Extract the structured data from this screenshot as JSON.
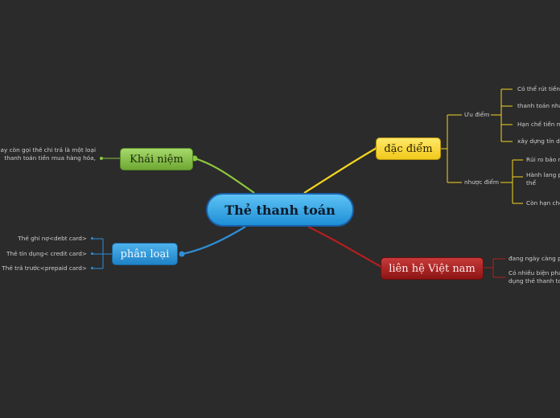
{
  "central": {
    "label": "Thẻ thanh toán"
  },
  "branches": {
    "khai_niem": {
      "label": "Khái niệm",
      "color": "#8cc63f",
      "description_lines": [
        "hay còn gọi thẻ chi trả là một loại",
        "thanh toán tiền mua hàng hóa,"
      ]
    },
    "dac_diem": {
      "label": "đặc điểm",
      "color": "#f5d520",
      "uu_diem": {
        "label": "Ưu điểm",
        "items": [
          "Có thể rút tiền",
          "thanh toán nha",
          "Hạn chế tiền m",
          "xây dựng tín dụ"
        ]
      },
      "nhuoc_diem": {
        "label": "nhược điểm",
        "items": [
          "Rủi ro bảo m",
          "Hành lang p",
          "thể",
          "Còn hạn chế"
        ]
      }
    },
    "phan_loai": {
      "label": "phân loại",
      "color": "#2f8fd8",
      "items": [
        "Thẻ ghi nợ<debt card>",
        "Thẻ tín dụng< credit card>",
        "Thẻ trả trước<prepaid card>"
      ]
    },
    "lien_he": {
      "label": "liên hệ Việt nam",
      "color": "#b21f1f",
      "items": [
        "đang ngày càng ph",
        "Có nhiều biện phá",
        "dụng thẻ thanh to"
      ]
    }
  }
}
